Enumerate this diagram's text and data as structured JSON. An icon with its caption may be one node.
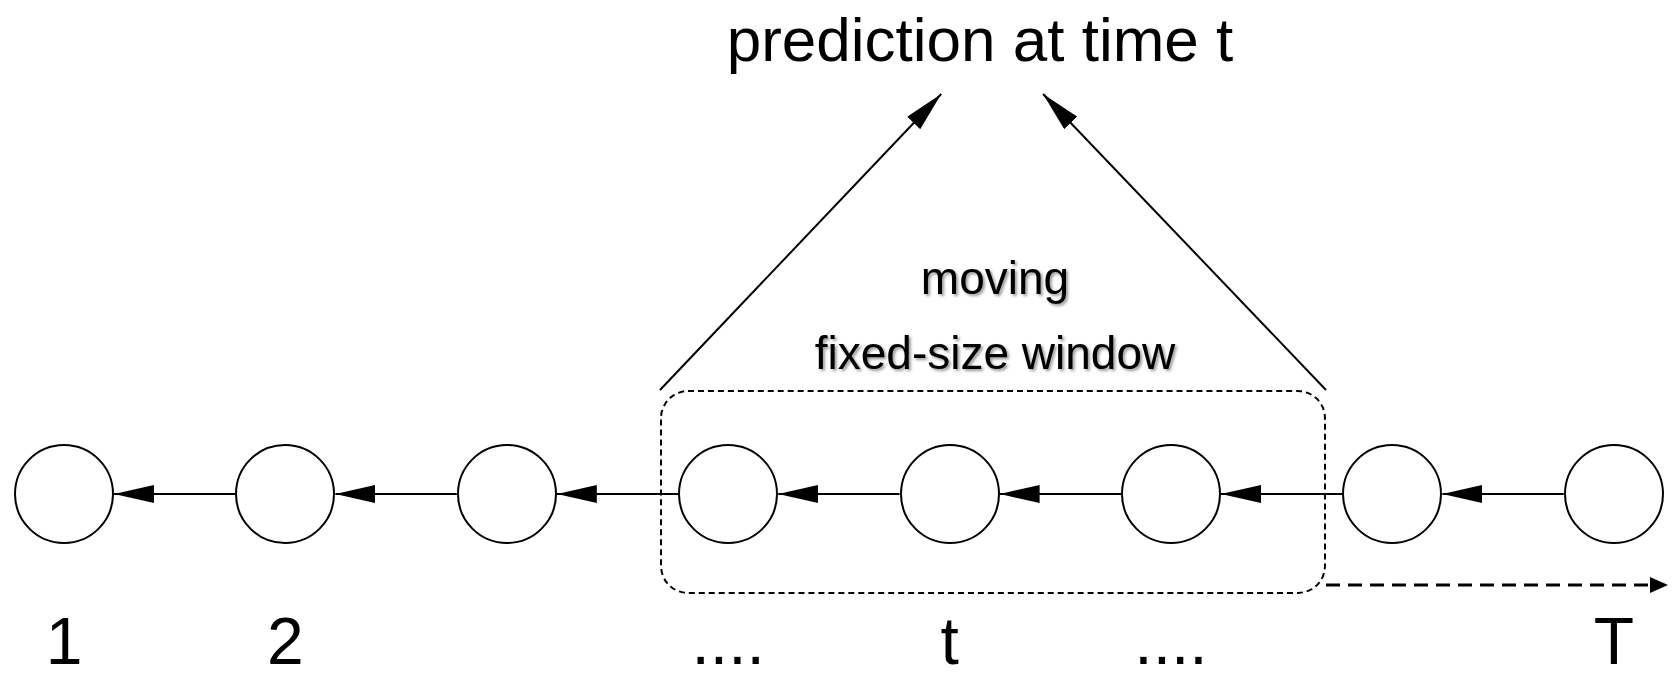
{
  "diagram": {
    "nodes": [
      {
        "text": [
          "prediction at time t"
        ]
      },
      {
        "text": [
          "moving fixed-size window"
        ]
      },
      {
        "text": [],
        "shape": "circle",
        "beside": [
          "1"
        ]
      },
      {
        "text": [],
        "shape": "circle",
        "beside": [
          "2"
        ]
      },
      {
        "text": [],
        "shape": "circle"
      },
      {
        "text": [],
        "shape": "circle",
        "in": 1,
        "beside": [
          "...."
        ]
      },
      {
        "text": [],
        "shape": "circle",
        "in": 1,
        "beside": [
          "t"
        ]
      },
      {
        "text": [],
        "shape": "circle",
        "in": 1,
        "beside": [
          "...."
        ]
      },
      {
        "text": [],
        "shape": "circle"
      },
      {
        "text": [],
        "shape": "circle",
        "beside": [
          "T"
        ]
      }
    ],
    "edges": [
      {
        "from": 1,
        "to": 0,
        "arrow": "to"
      },
      {
        "from": 1,
        "to": 0,
        "arrow": "to"
      },
      {
        "from": 9,
        "to": 8,
        "arrow": "to"
      },
      {
        "from": 8,
        "to": 7,
        "arrow": "to"
      },
      {
        "from": 7,
        "to": 6,
        "arrow": "to"
      },
      {
        "from": 6,
        "to": 5,
        "arrow": "to"
      },
      {
        "from": 5,
        "to": 4,
        "arrow": "to"
      },
      {
        "from": 4,
        "to": 3,
        "arrow": "to"
      },
      {
        "from": 3,
        "to": 2,
        "arrow": "to"
      }
    ]
  }
}
